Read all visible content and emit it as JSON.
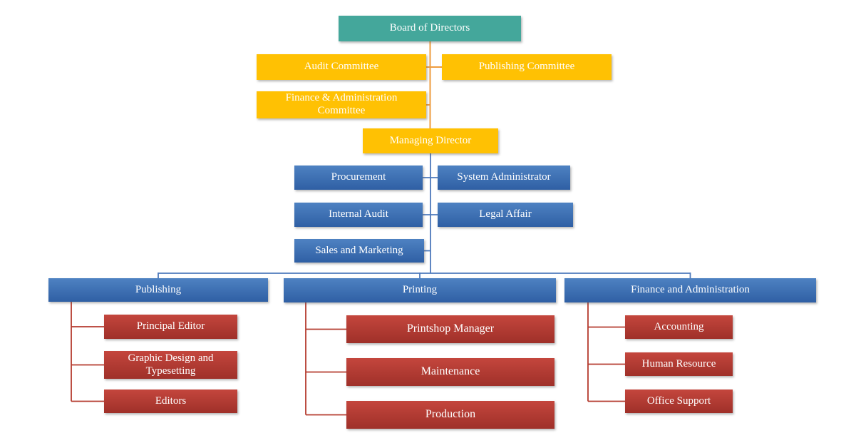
{
  "colors": {
    "background": "#FFFFFF",
    "text": "#FFFFFF",
    "board_fill": "#44A79B",
    "committee_fill": "#FFC103",
    "blue_top": "#4E82C2",
    "blue_bottom": "#2F5FA4",
    "red_top": "#C4463D",
    "red_bottom": "#9F3029",
    "connector_orange": "#EE9C3F",
    "connector_blue": "#4D79BC",
    "connector_red": "#B43A2E"
  },
  "org": {
    "board": {
      "label": "Board of Directors"
    },
    "committees": [
      {
        "label": "Audit Committee"
      },
      {
        "label": "Publishing Committee"
      },
      {
        "label": "Finance & Administration Committee"
      }
    ],
    "managing_director": {
      "label": "Managing Director"
    },
    "staff_offices": [
      {
        "label": "Procurement"
      },
      {
        "label": "System Administrator"
      },
      {
        "label": "Internal Audit"
      },
      {
        "label": "Legal Affair"
      },
      {
        "label": "Sales and Marketing"
      }
    ],
    "departments": [
      {
        "label": "Publishing",
        "units": [
          {
            "label": "Principal Editor"
          },
          {
            "label": "Graphic Design and Typesetting"
          },
          {
            "label": "Editors"
          }
        ]
      },
      {
        "label": "Printing",
        "units": [
          {
            "label": "Printshop Manager"
          },
          {
            "label": "Maintenance"
          },
          {
            "label": "Production"
          }
        ]
      },
      {
        "label": "Finance and Administration",
        "units": [
          {
            "label": "Accounting"
          },
          {
            "label": "Human Resource"
          },
          {
            "label": "Office Support"
          }
        ]
      }
    ]
  }
}
